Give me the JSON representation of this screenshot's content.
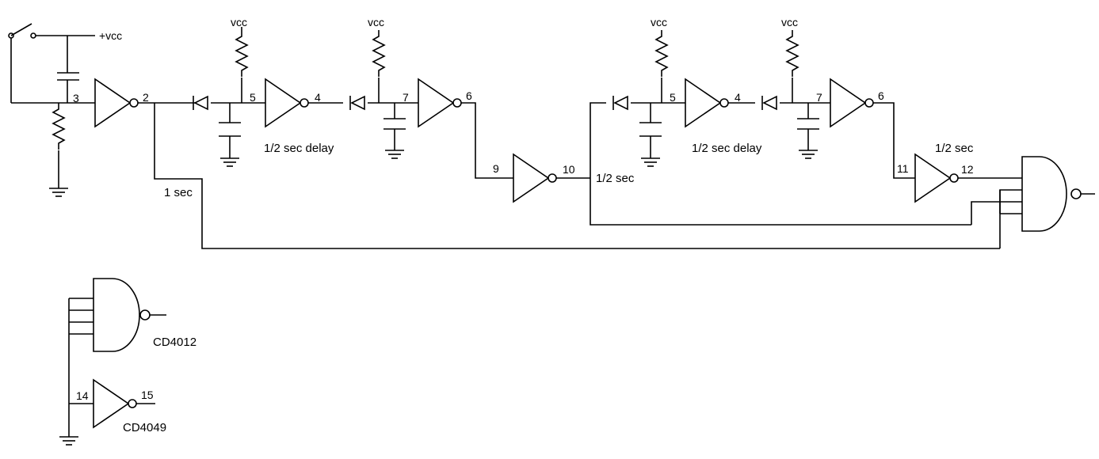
{
  "labels": {
    "plus_vcc": "+vcc",
    "vcc": "vcc",
    "pin2": "2",
    "pin3": "3",
    "pin4": "4",
    "pin5": "5",
    "pin6": "6",
    "pin7": "7",
    "pin9": "9",
    "pin10": "10",
    "pin11": "11",
    "pin12": "12",
    "pin14": "14",
    "pin15": "15",
    "one_sec": "1 sec",
    "half_sec": "1/2 sec",
    "half_sec_delay": "1/2 sec delay",
    "cd4012": "CD4012",
    "cd4049": "CD4049"
  }
}
